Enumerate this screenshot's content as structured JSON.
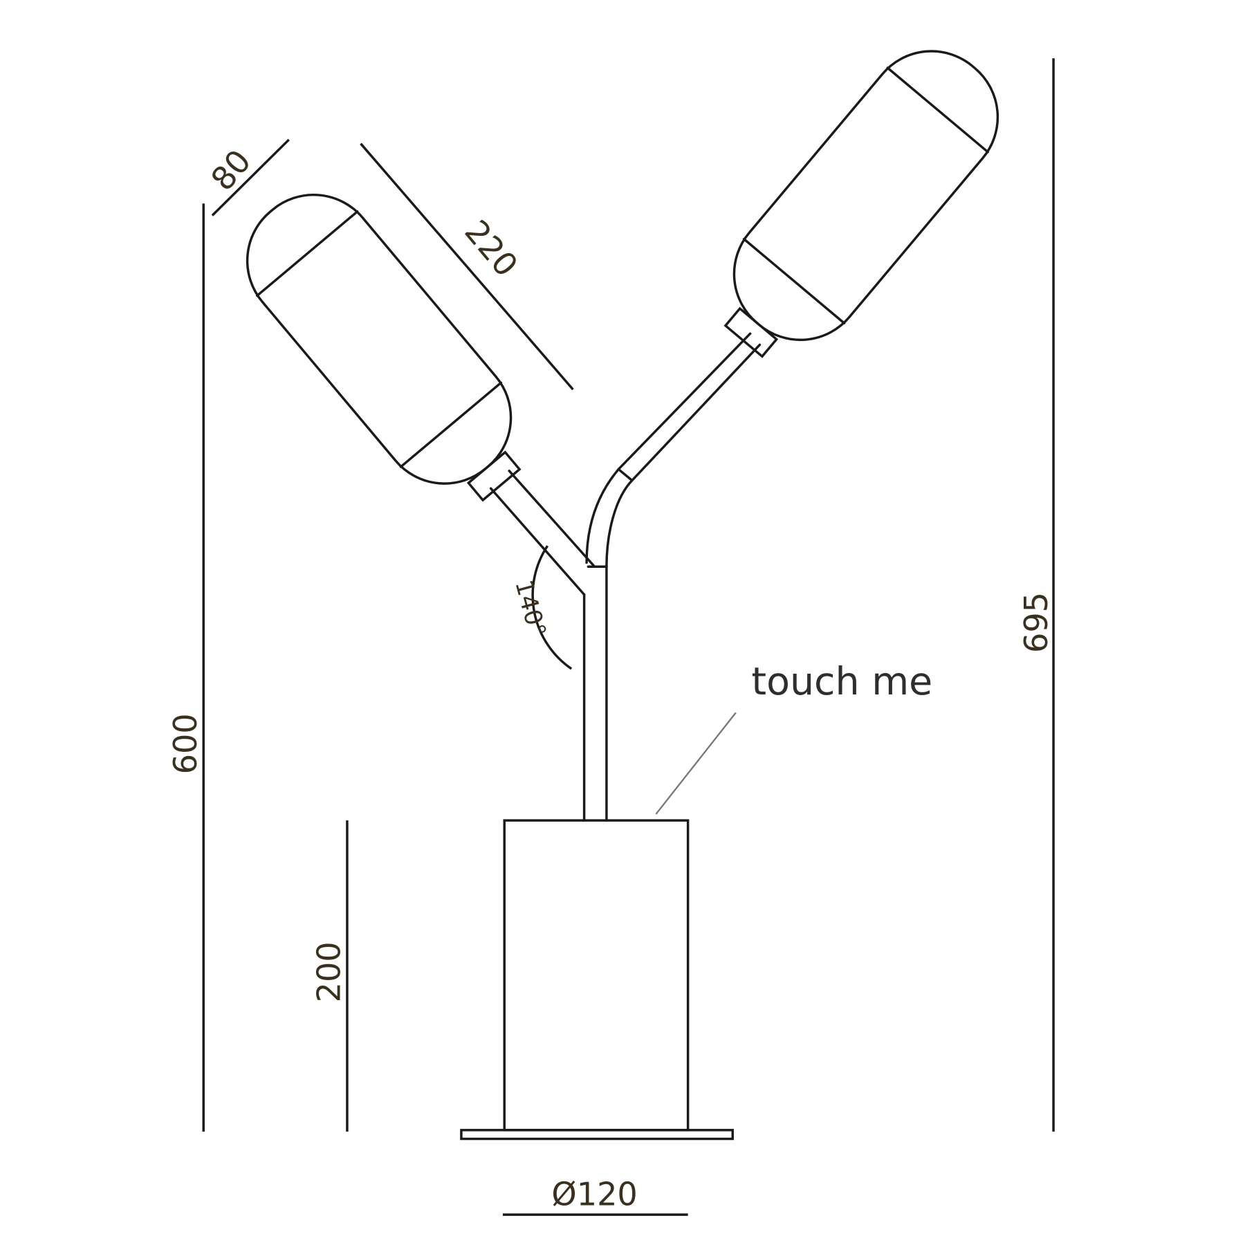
{
  "title": "Two-arm table lamp dimension drawing",
  "dimensions": {
    "shade_diameter": "80",
    "shade_length": "220",
    "arm_angle": "140°",
    "stem_height": "600",
    "base_height": "200",
    "total_height": "695",
    "base_diameter": "Ø120"
  },
  "annotation": {
    "touch_label": "touch me"
  },
  "colors": {
    "line": "#1a1a1a",
    "text": "#3a3020"
  }
}
